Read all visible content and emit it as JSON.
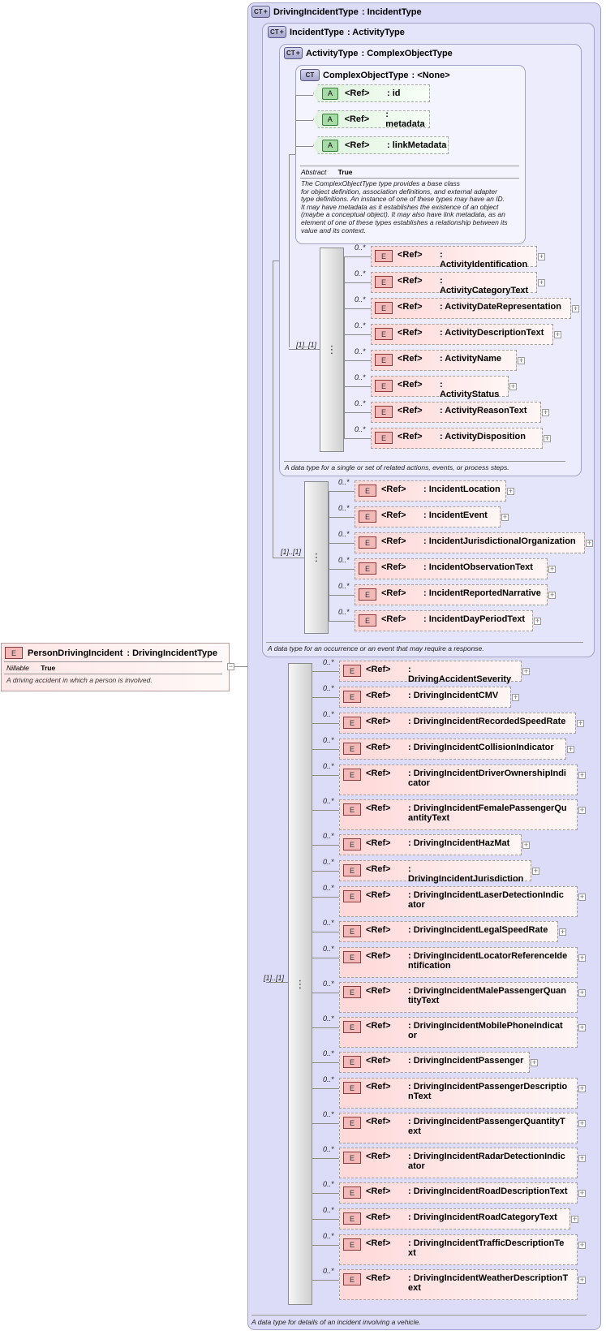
{
  "root_element": {
    "badge": "E",
    "name": "PersonDrivingIncident",
    "type": ": DrivingIncidentType",
    "nillable_label": "Nillable",
    "nillable_value": "True",
    "description": "A driving accident in which a person is involved.",
    "toggle": "−"
  },
  "ct_badge": "CT",
  "plus_glyph": "+",
  "ref": "<Ref>",
  "elem_badge": "E",
  "attr_badge": "A",
  "seq_icon": "⋮",
  "driving_incident_type": {
    "name": "DrivingIncidentType",
    "type": ": IncidentType",
    "description": "A data type for details of an incident involving a vehicle.",
    "sequence_multiplicity": "[1]..[1]",
    "elements": [
      {
        "mult": "0..*",
        "name": ": DrivingAccidentSeverity"
      },
      {
        "mult": "0..*",
        "name": ": DrivingIncidentCMV"
      },
      {
        "mult": "0..*",
        "name": ": DrivingIncidentRecordedSpeedRate"
      },
      {
        "mult": "0..*",
        "name": ": DrivingIncidentCollisionIndicator"
      },
      {
        "mult": "0..*",
        "name": ": DrivingIncidentDriverOwnershipIndi",
        "name2": "cator"
      },
      {
        "mult": "0..*",
        "name": ": DrivingIncidentFemalePassengerQu",
        "name2": "antityText"
      },
      {
        "mult": "0..*",
        "name": ": DrivingIncidentHazMat"
      },
      {
        "mult": "0..*",
        "name": ": DrivingIncidentJurisdiction"
      },
      {
        "mult": "0..*",
        "name": ": DrivingIncidentLaserDetectionIndic",
        "name2": "ator"
      },
      {
        "mult": "0..*",
        "name": ": DrivingIncidentLegalSpeedRate"
      },
      {
        "mult": "0..*",
        "name": ": DrivingIncidentLocatorReferenceIde",
        "name2": "ntification"
      },
      {
        "mult": "0..*",
        "name": ": DrivingIncidentMalePassengerQuan",
        "name2": "tityText"
      },
      {
        "mult": "0..*",
        "name": ": DrivingIncidentMobilePhoneIndicat",
        "name2": "or"
      },
      {
        "mult": "0..*",
        "name": ": DrivingIncidentPassenger"
      },
      {
        "mult": "0..*",
        "name": ": DrivingIncidentPassengerDescriptio",
        "name2": "nText"
      },
      {
        "mult": "0..*",
        "name": ": DrivingIncidentPassengerQuantityT",
        "name2": "ext"
      },
      {
        "mult": "0..*",
        "name": ": DrivingIncidentRadarDetectionIndic",
        "name2": "ator"
      },
      {
        "mult": "0..*",
        "name": ": DrivingIncidentRoadDescriptionText"
      },
      {
        "mult": "0..*",
        "name": ": DrivingIncidentRoadCategoryText"
      },
      {
        "mult": "0..*",
        "name": ": DrivingIncidentTrafficDescriptionTe",
        "name2": "xt"
      },
      {
        "mult": "0..*",
        "name": ": DrivingIncidentWeatherDescriptionT",
        "name2": "ext"
      }
    ]
  },
  "incident_type": {
    "name": "IncidentType",
    "type": ": ActivityType",
    "description": "A data type for an occurrence or an event that may require a response.",
    "sequence_multiplicity": "[1]..[1]",
    "elements": [
      {
        "mult": "0..*",
        "name": ": IncidentLocation"
      },
      {
        "mult": "0..*",
        "name": ": IncidentEvent"
      },
      {
        "mult": "0..*",
        "name": ": IncidentJurisdictionalOrganization"
      },
      {
        "mult": "0..*",
        "name": ": IncidentObservationText"
      },
      {
        "mult": "0..*",
        "name": ": IncidentReportedNarrative"
      },
      {
        "mult": "0..*",
        "name": ": IncidentDayPeriodText"
      }
    ]
  },
  "activity_type": {
    "name": "ActivityType",
    "type": ": ComplexObjectType",
    "description": "A data type for a single or set of related actions, events, or process steps.",
    "sequence_multiplicity": "[1]..[1]",
    "elements": [
      {
        "mult": "0..*",
        "name": ": ActivityIdentification"
      },
      {
        "mult": "0..*",
        "name": ": ActivityCategoryText"
      },
      {
        "mult": "0..*",
        "name": ": ActivityDateRepresentation"
      },
      {
        "mult": "0..*",
        "name": ": ActivityDescriptionText"
      },
      {
        "mult": "0..*",
        "name": ": ActivityName"
      },
      {
        "mult": "0..*",
        "name": ": ActivityStatus"
      },
      {
        "mult": "0..*",
        "name": ": ActivityReasonText"
      },
      {
        "mult": "0..*",
        "name": ": ActivityDisposition"
      }
    ]
  },
  "complex_object_type": {
    "name": "ComplexObjectType",
    "type": ": <None>",
    "attributes": [
      {
        "name": ": id"
      },
      {
        "name": ": metadata"
      },
      {
        "name": ": linkMetadata"
      }
    ],
    "abstract_label": "Abstract",
    "abstract_value": "True",
    "description_lines": [
      "The ComplexObjectType type provides a base class",
      "for object definition, association definitions, and external adapter",
      "type definitions. An instance of one of these types may have an ID.",
      "It may have metadata as it establishes the existence of an object",
      "(maybe a conceptual object). It may also have link metadata, as an",
      "element of one of these types establishes a relationship between its",
      "value and its context."
    ]
  }
}
